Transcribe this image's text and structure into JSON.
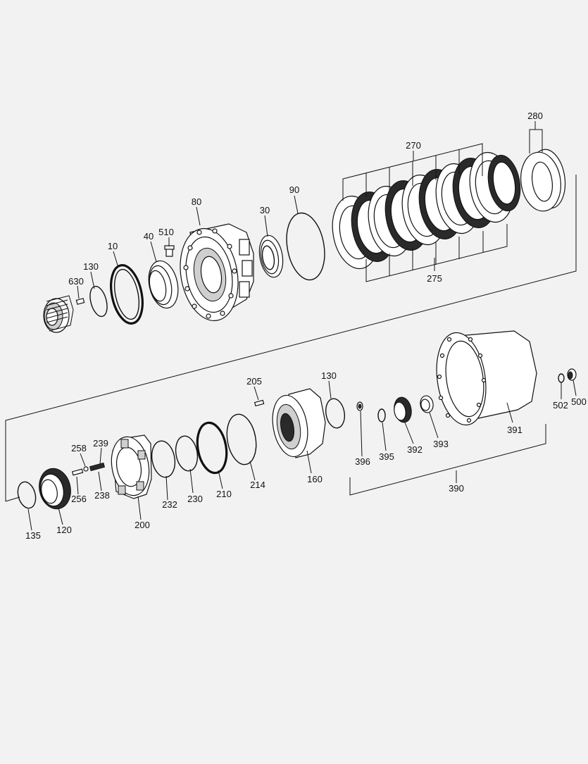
{
  "diagram": {
    "labels": {
      "l280": "280",
      "l270": "270",
      "l275": "275",
      "l90": "90",
      "l30": "30",
      "l80": "80",
      "l510": "510",
      "l40": "40",
      "l10": "10",
      "l130a": "130",
      "l630": "630",
      "l205": "205",
      "l130b": "130",
      "l160": "160",
      "l214": "214",
      "l210": "210",
      "l230": "230",
      "l232": "232",
      "l200": "200",
      "l239": "239",
      "l258": "258",
      "l238": "238",
      "l256": "256",
      "l120": "120",
      "l135": "135",
      "l396": "396",
      "l395": "395",
      "l392": "392",
      "l393": "393",
      "l391": "391",
      "l390": "390",
      "l502": "502",
      "l500": "500"
    }
  }
}
